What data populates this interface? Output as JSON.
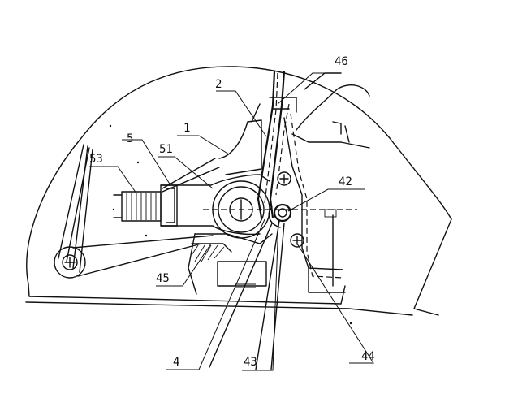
{
  "labels": {
    "l1": "1",
    "l2": "2",
    "l4": "4",
    "l5": "5",
    "l42": "42",
    "l43": "43",
    "l44": "44",
    "l45": "45",
    "l46": "46",
    "l51": "51",
    "l53": "53"
  }
}
